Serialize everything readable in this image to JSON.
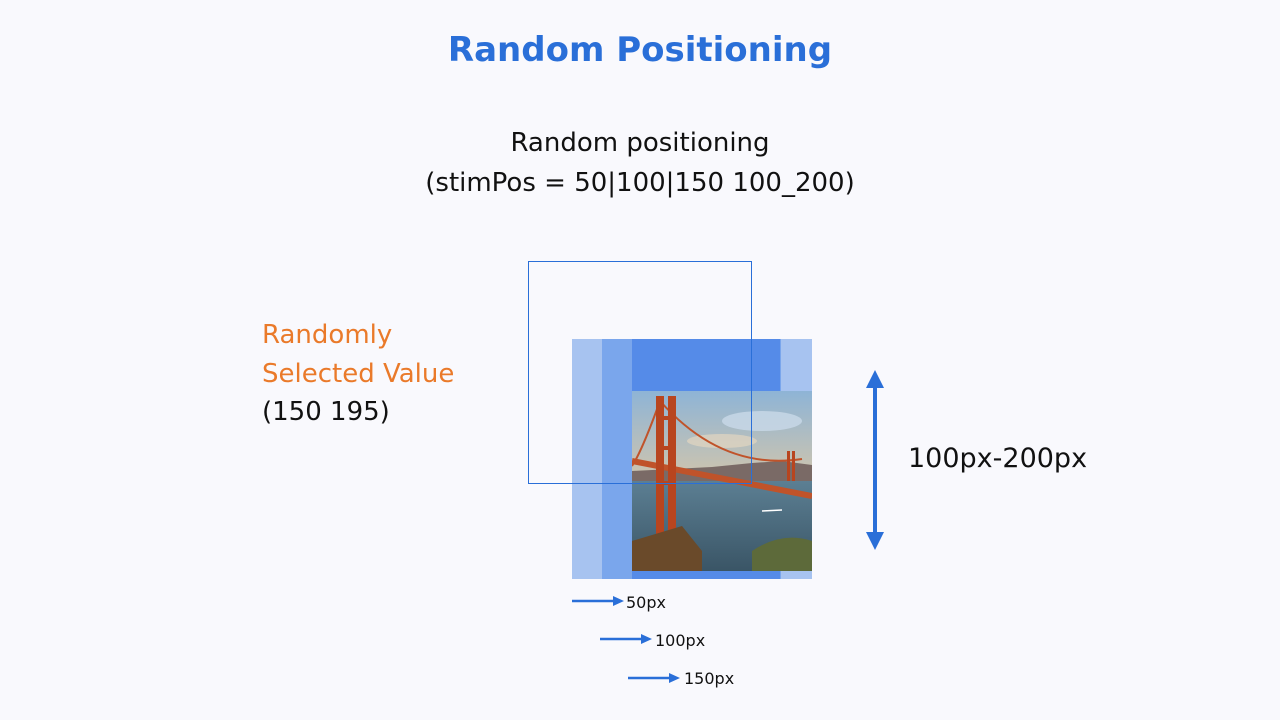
{
  "title": "Random Positioning",
  "subtitle": {
    "line1": "Random positioning",
    "line2": "(stimPos = 50|100|150 100_200)"
  },
  "randomly_selected": {
    "label_line1": "Randomly",
    "label_line2": "Selected Value",
    "value": "(150 195)"
  },
  "vertical_range_label": "100px-200px",
  "horizontal_offsets": [
    "50px",
    "100px",
    "150px"
  ],
  "colors": {
    "title": "#2a6fd8",
    "accent_orange": "#ea7a2a",
    "arrow_blue": "#2a6fd8",
    "band_light": "#a7c3f0",
    "band_mid": "#7aa6ec",
    "band_dark": "#558be8"
  },
  "image": {
    "subject": "Golden Gate Bridge photo"
  }
}
